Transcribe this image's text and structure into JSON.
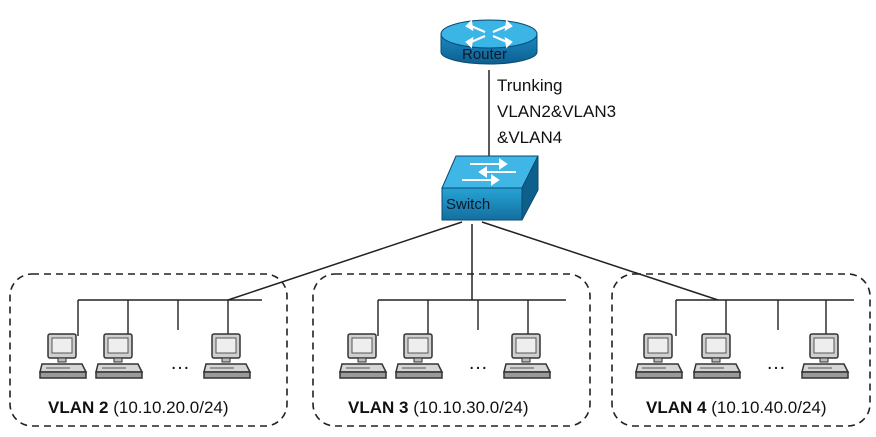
{
  "router": {
    "label": "Router"
  },
  "switch": {
    "label": "Switch"
  },
  "trunk": {
    "line1": "Trunking",
    "line2": "VLAN2&VLAN3",
    "line3": "&VLAN4"
  },
  "vlans": [
    {
      "name": "VLAN 2",
      "subnet": "(10.10.20.0/24)"
    },
    {
      "name": "VLAN 3",
      "subnet": "(10.10.30.0/24)"
    },
    {
      "name": "VLAN 4",
      "subnet": "(10.10.40.0/24)"
    }
  ],
  "ellipsis": "…",
  "colors": {
    "device_blue": "#1f8fc7",
    "device_blue_light": "#4cc0ea",
    "line": "#222222",
    "pc_body": "#d8d8d8"
  },
  "icons": [
    "router-icon",
    "switch-icon",
    "pc-icon"
  ]
}
